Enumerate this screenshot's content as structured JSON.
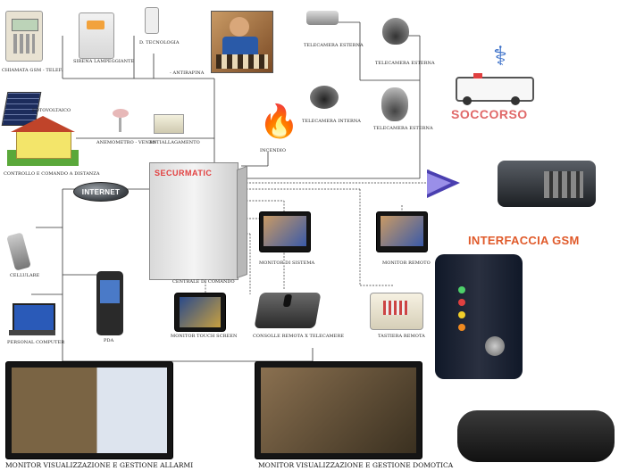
{
  "labels": {
    "chiamata_gsm": "CHIAMATA GSM - TELEF.",
    "sirena": "SIRENA LAMPEGGIANTE",
    "tecnologia": "D. TECNOLOGIA",
    "antirapina": "- ANTIRAPINA",
    "telecamera_esterna_1": "TELECAMERA ESTERNA",
    "telecamera_esterna_2": "TELECAMERA ESTERNA",
    "telecamera_interna": "TELECAMERA INTERNA",
    "telecamera_esterna_3": "TELECAMERA ESTERNA",
    "fotovoltaico": "FOTOVOLTAICO",
    "anemometro": "ANEMOMETRO - VENTO",
    "antiallagamento": "ANTIALLAGAMENTO",
    "incendio": "INCENDIO",
    "controllo_distanza": "CONTROLLO E COMANDO A DISTANZA",
    "internet": "INTERNET",
    "centrale_label": "SECURMATIC",
    "centrale": "CENTRALE DI COMANDO",
    "monitor_sistema": "MONITOR DI SISTEMA",
    "monitor_remoto": "MONITOR REMOTO",
    "cellulare": "CELLULARE",
    "pda": "PDA",
    "touch_screen": "MONITOR TOUCH SCREEN",
    "consolle": "CONSOLLE REMOTA X TELECAMERE",
    "tastiera": "TASTIERA REMOTA",
    "personal_computer": "PERSONAL COMPUTER",
    "monitor_allarmi": "MONITOR VISUALIZZAZIONE E GESTIONE ALLARMI",
    "monitor_domotica": "MONITOR VISUALIZZAZIONE E GESTIONE DOMOTICA",
    "soccorso": "SOCCORSO",
    "interfaccia_gsm": "INTERFACCIA GSM"
  },
  "colors": {
    "soccorso": "#e06868",
    "gsm": "#e05a2a",
    "centrale_title": "#e24040",
    "lines": "#333333",
    "arrow": "#4a3fb0"
  }
}
